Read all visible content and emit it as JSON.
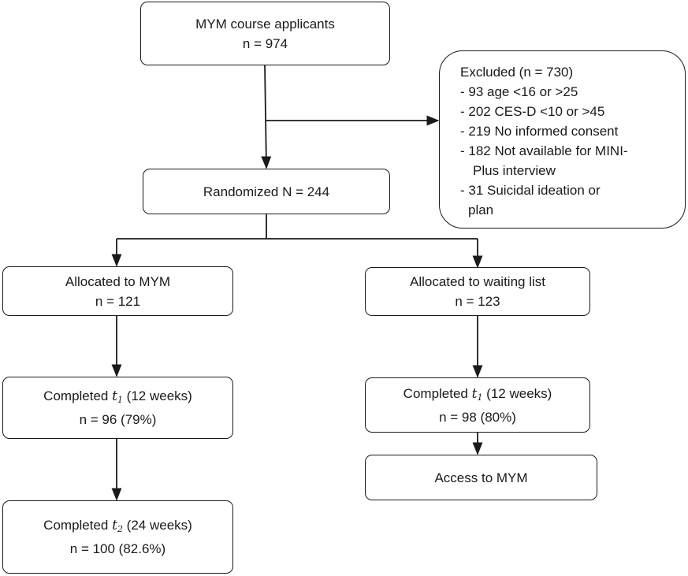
{
  "nodes": {
    "applicants": {
      "line1": "MYM course applicants",
      "line2": "n = 974"
    },
    "excluded": {
      "title": "Excluded (n = 730)",
      "items": [
        "- 93 age <16 or >25",
        "- 202 CES-D <10 or >45",
        "- 219 No informed consent",
        "- 182 Not available for MINI-",
        "Plus interview",
        "- 31 Suicidal ideation or",
        "plan"
      ]
    },
    "randomized": {
      "line1": "Randomized N = 244"
    },
    "allocated_mym": {
      "line1": "Allocated to MYM",
      "line2": "n = 121"
    },
    "allocated_wait": {
      "line1": "Allocated to waiting list",
      "line2": "n = 123"
    },
    "completed_t1_mym": {
      "prefix": "Completed ",
      "var": "t",
      "sub": "1",
      "suffix": " (12 weeks)",
      "line2": "n = 96 (79%)"
    },
    "completed_t1_wait": {
      "prefix": "Completed ",
      "var": "t",
      "sub": "1",
      "suffix": " (12 weeks)",
      "line2": "n = 98 (80%)"
    },
    "access_mym": {
      "line1": "Access to MYM"
    },
    "completed_t2_mym": {
      "prefix": "Completed ",
      "var": "t",
      "sub": "2",
      "suffix": " (24 weeks)",
      "line2": "n = 100 (82.6%)"
    }
  }
}
